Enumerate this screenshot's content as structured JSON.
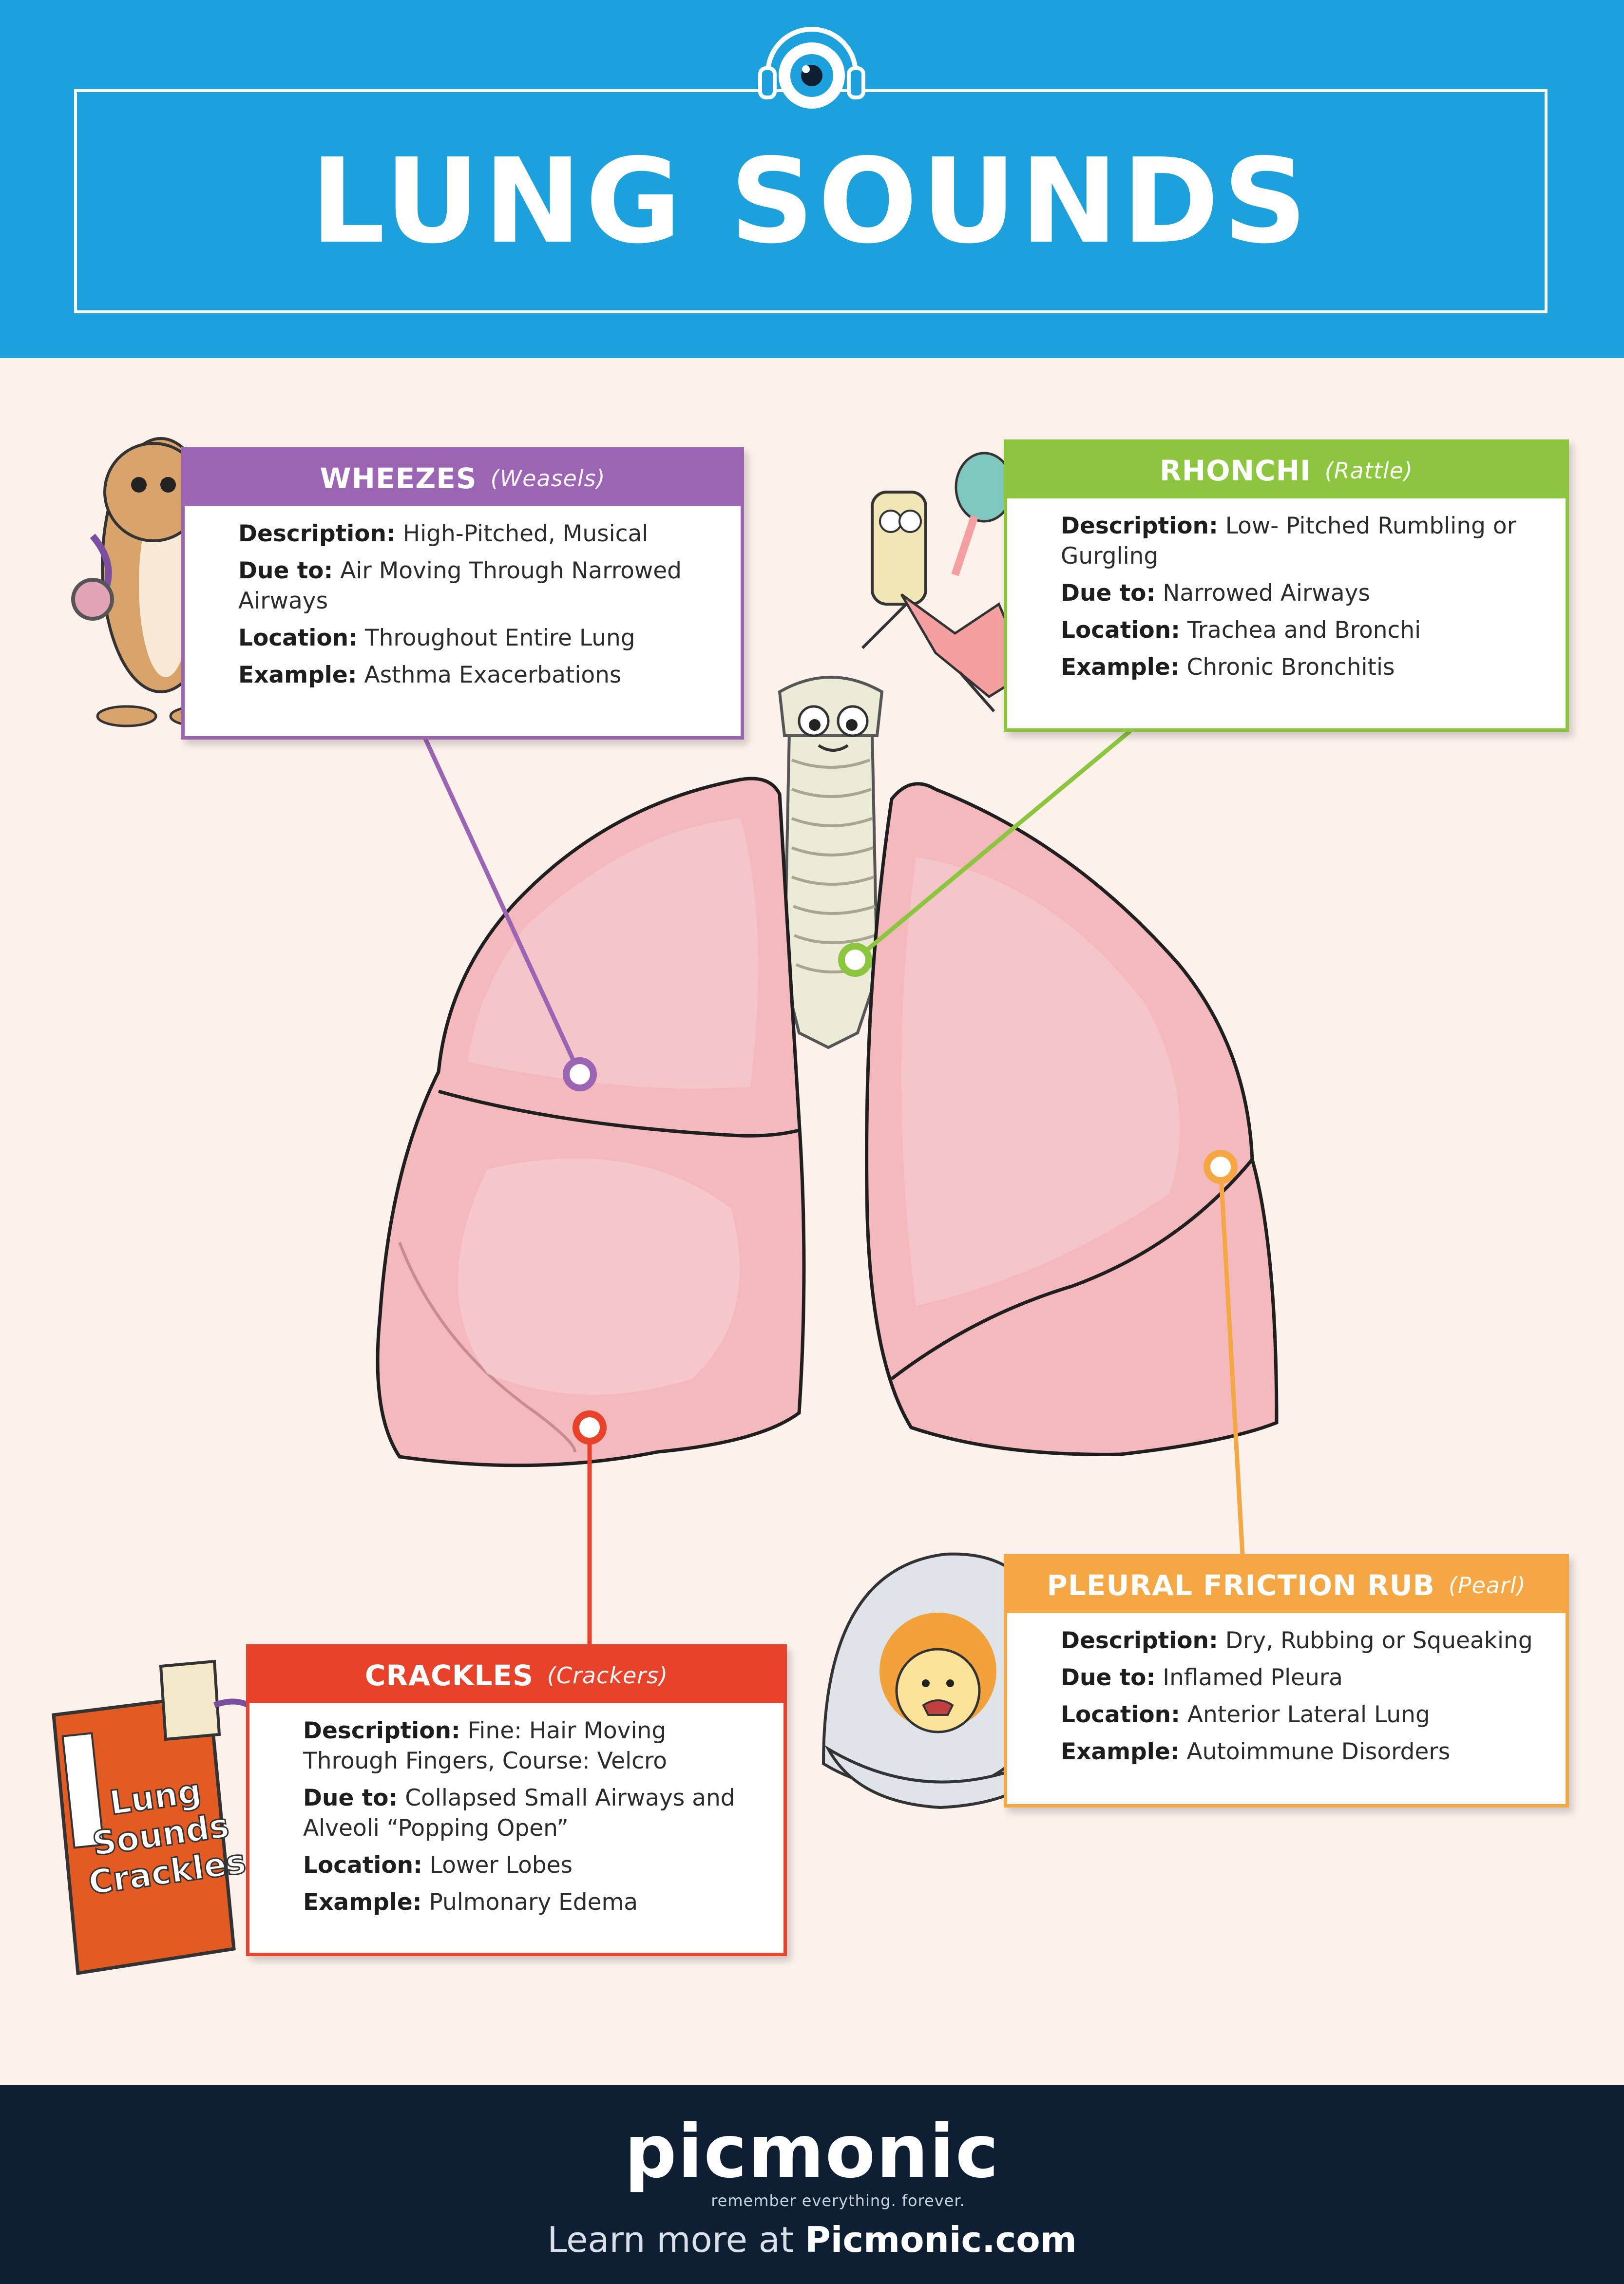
{
  "header": {
    "title": "LUNG SOUNDS"
  },
  "colors": {
    "header": "#1ca1dc",
    "wheezes": "#9b65b3",
    "rhonchi": "#8cc63f",
    "crackles": "#e8432a",
    "pleural": "#f4a743",
    "footer": "#0e1f33"
  },
  "cards": {
    "wheezes": {
      "title": "WHEEZES",
      "mnemonic": "(Weasels)",
      "description_label": "Description:",
      "description": "High-Pitched, Musical",
      "due_label": "Due to:",
      "due": "Air Moving Through Narrowed Airways",
      "location_label": "Location:",
      "location": "Throughout Entire Lung",
      "example_label": "Example:",
      "example": "Asthma Exacerbations"
    },
    "rhonchi": {
      "title": "RHONCHI",
      "mnemonic": "(Rattle)",
      "description_label": "Description:",
      "description": "Low- Pitched Rumbling or Gurgling",
      "due_label": "Due to:",
      "due": "Narrowed Airways",
      "location_label": "Location:",
      "location": "Trachea and Bronchi",
      "example_label": "Example:",
      "example": "Chronic Bronchitis"
    },
    "crackles": {
      "title": "CRACKLES",
      "mnemonic": "(Crackers)",
      "description_label": "Description:",
      "description": "Fine: Hair Moving Through Fingers, Course: Velcro",
      "due_label": "Due to:",
      "due": "Collapsed Small Airways and Alveoli “Popping Open”",
      "location_label": "Location:",
      "location": "Lower Lobes",
      "example_label": "Example:",
      "example": "Pulmonary Edema"
    },
    "pleural": {
      "title": "PLEURAL FRICTION RUB",
      "mnemonic": "(Pearl)",
      "description_label": "Description:",
      "description": "Dry, Rubbing or Squeaking",
      "due_label": "Due to:",
      "due": "Inflamed Pleura",
      "location_label": "Location:",
      "location": "Anterior Lateral Lung",
      "example_label": "Example:",
      "example": "Autoimmune Disorders"
    }
  },
  "box_art": {
    "line1": "Lung",
    "line2": "Sounds",
    "line3": "Crackles"
  },
  "footer": {
    "brand": "picmonic",
    "tagline": "remember everything. forever.",
    "learn_prefix": "Learn more at ",
    "learn_site": "Picmonic.com"
  }
}
